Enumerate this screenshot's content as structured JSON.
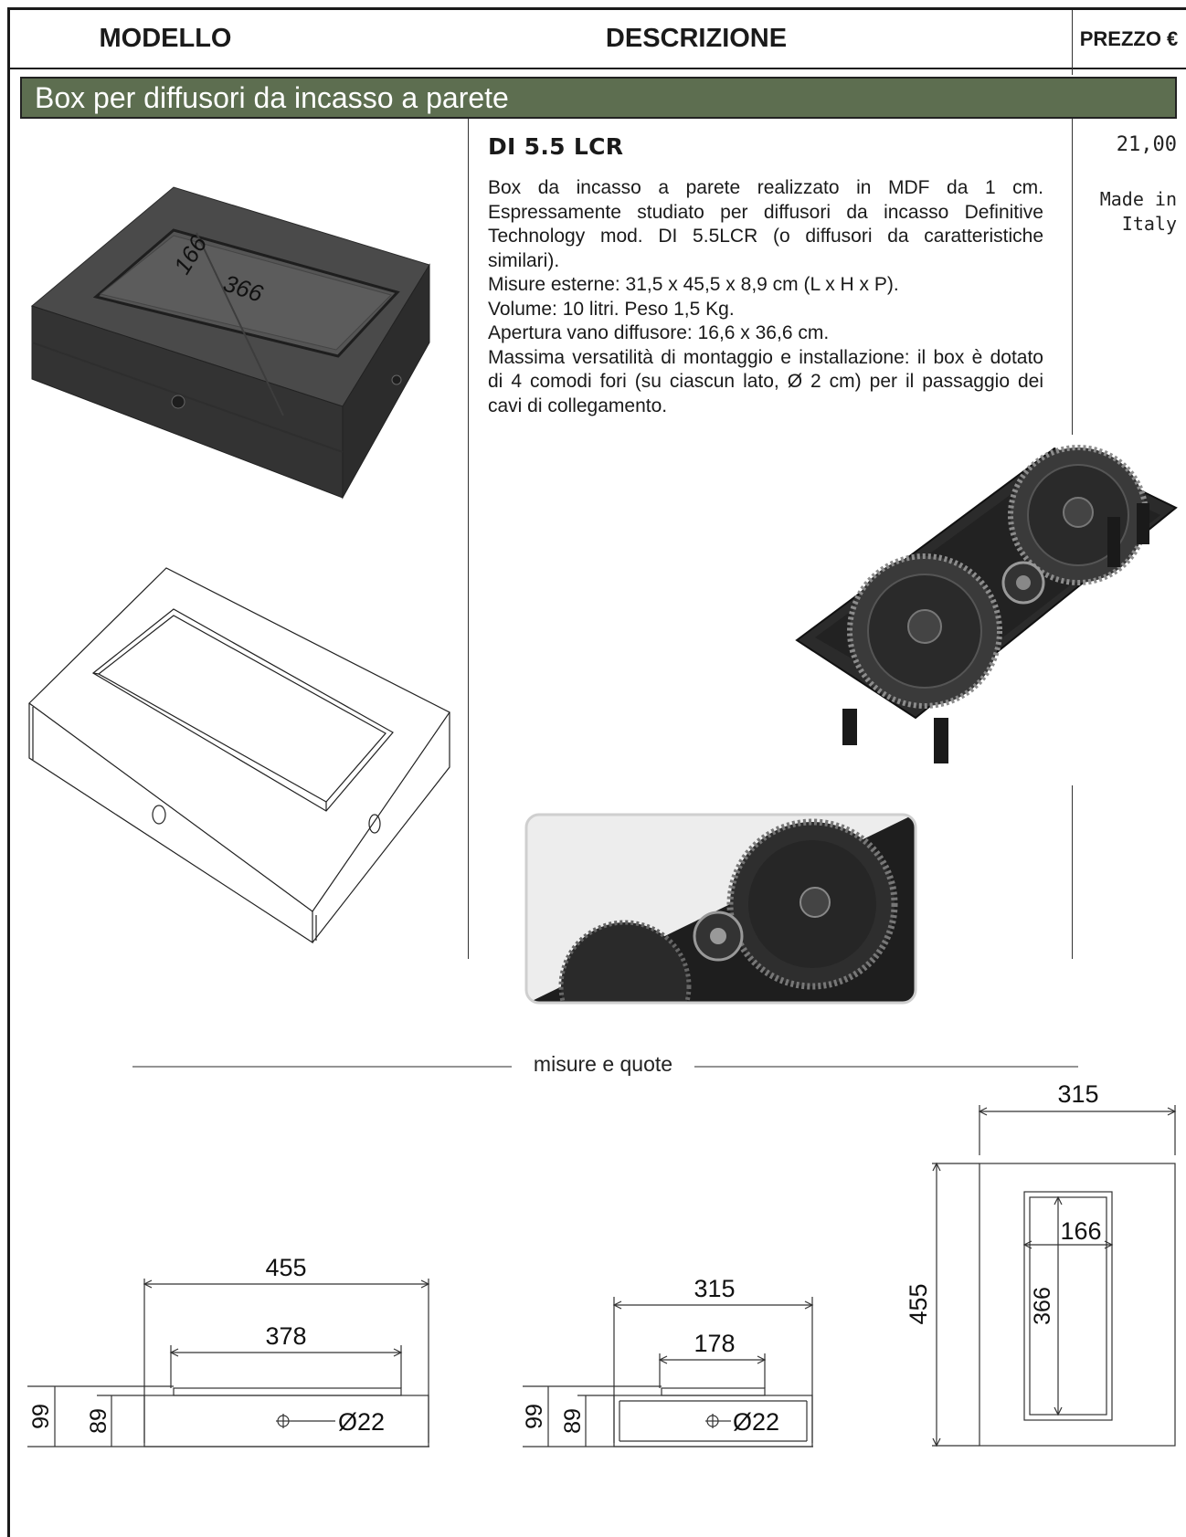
{
  "header": {
    "model_label": "MODELLO",
    "description_label": "DESCRIZIONE",
    "price_label": "PREZZO €"
  },
  "section": {
    "title": "Box per diffusori da incasso a parete"
  },
  "product": {
    "name": "DI 5.5 LCR",
    "description_intro": "Box da incasso a parete realizzato in MDF da 1 cm. Espressamente studiato per diffusori da incasso Definitive Technology mod. DI 5.5LCR (o diffusori da caratteristiche similari).",
    "external_sizes": "Misure esterne: 31,5 x 45,5 x 8,9 cm (L x H x P).",
    "volume_weight": "Volume: 10 litri. Peso 1,5 Kg.",
    "opening": "Apertura vano diffusore: 16,6 x 36,6 cm.",
    "versatility": "Massima versatilità di montaggio e installazione: il box è dotato di 4 comodi fori (su ciascun lato, Ø 2 cm) per il passaggio dei cavi di collegamento.",
    "price": "21,00",
    "origin_line1": "Made in",
    "origin_line2": "Italy"
  },
  "render_labels": {
    "width": "166",
    "length": "366"
  },
  "drawings": {
    "section_label": "misure e quote",
    "side_view": {
      "total_length": "455",
      "inner_length": "378",
      "total_height": "99",
      "body_height": "89",
      "hole": "Ø22"
    },
    "front_view": {
      "total_width": "315",
      "inner_width": "178",
      "total_height": "99",
      "body_height": "89",
      "hole": "Ø22"
    },
    "top_view": {
      "width": "315",
      "height": "455",
      "opening_width": "166",
      "opening_length": "366"
    }
  }
}
